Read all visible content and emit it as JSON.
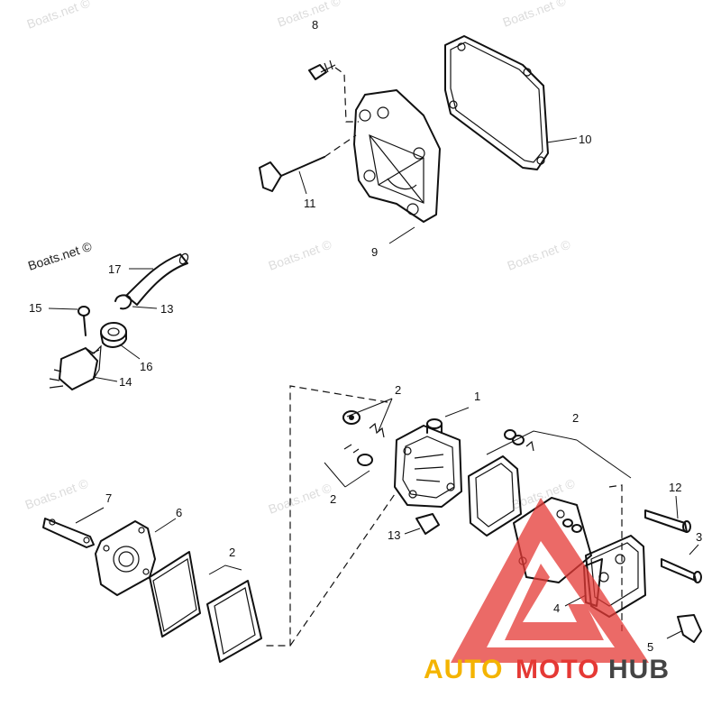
{
  "watermarks": [
    "Boats.net ©",
    "Boats.net ©",
    "Boats.net ©",
    "Boats.net ©",
    "Boats.net ©",
    "Boats.net ©",
    "Boats.net ©",
    "Boats.net ©",
    "Boats.net ©"
  ],
  "callouts": {
    "c1": "1",
    "c2a": "2",
    "c2b": "2",
    "c2c": "2",
    "c2d": "2",
    "c3": "3",
    "c4": "4",
    "c5": "5",
    "c6": "6",
    "c7": "7",
    "c8": "8",
    "c9": "9",
    "c10": "10",
    "c11": "11",
    "c12": "12",
    "c13a": "13",
    "c13b": "13",
    "c14": "14",
    "c15": "15",
    "c16": "16",
    "c17": "17"
  },
  "logo": {
    "part1": "AUTO",
    "part2": "MOTO",
    "part3": "HUB",
    "colors": {
      "auto": "#f4b400",
      "moto": "#e53935",
      "hub": "#444444",
      "triangle": "#e53935"
    }
  }
}
